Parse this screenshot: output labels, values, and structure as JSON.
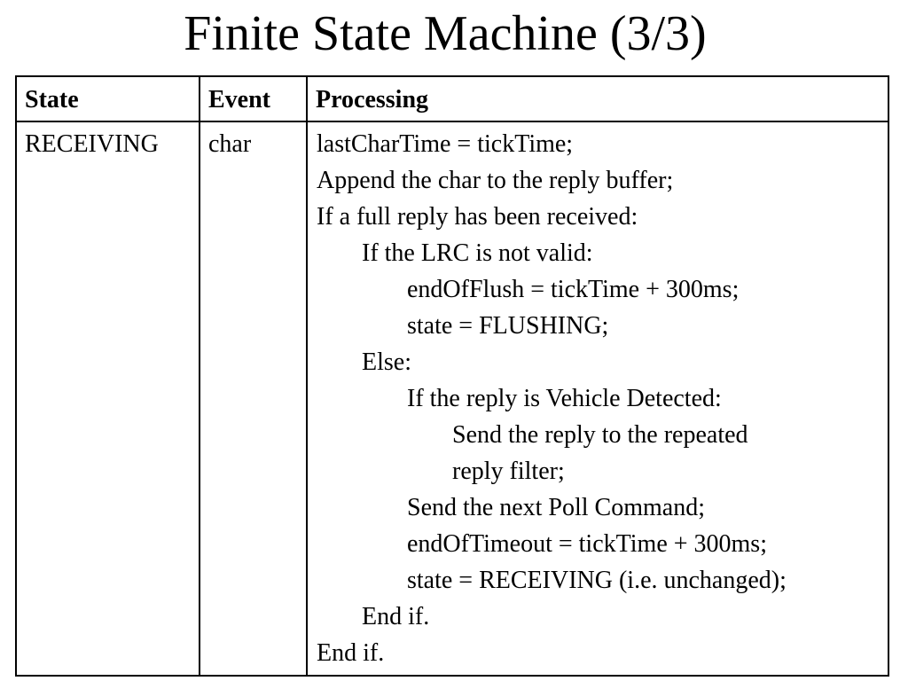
{
  "title": "Finite State Machine (3/3)",
  "table": {
    "headers": {
      "state": "State",
      "event": "Event",
      "processing": "Processing"
    },
    "row": {
      "state": "RECEIVING",
      "event": "char",
      "processing": [
        {
          "indent": 0,
          "text": "lastCharTime = tickTime;"
        },
        {
          "indent": 0,
          "text": "Append the char to the reply buffer;"
        },
        {
          "indent": 0,
          "text": "If a full reply has been received:"
        },
        {
          "indent": 1,
          "text": "If the LRC is not valid:"
        },
        {
          "indent": 2,
          "text": "endOfFlush = tickTime + 300ms;"
        },
        {
          "indent": 2,
          "text": "state = FLUSHING;"
        },
        {
          "indent": 1,
          "text": "Else:"
        },
        {
          "indent": 2,
          "text": "If the reply is Vehicle Detected:"
        },
        {
          "indent": 3,
          "text": "Send the reply to the repeated"
        },
        {
          "indent": 3,
          "text": "reply filter;"
        },
        {
          "indent": 2,
          "text": "Send the next Poll Command;"
        },
        {
          "indent": 2,
          "text": "endOfTimeout = tickTime + 300ms;"
        },
        {
          "indent": 2,
          "text": "state = RECEIVING (i.e. unchanged);"
        },
        {
          "indent": 1,
          "text": "End if."
        },
        {
          "indent": 0,
          "text": "End if."
        }
      ]
    }
  }
}
